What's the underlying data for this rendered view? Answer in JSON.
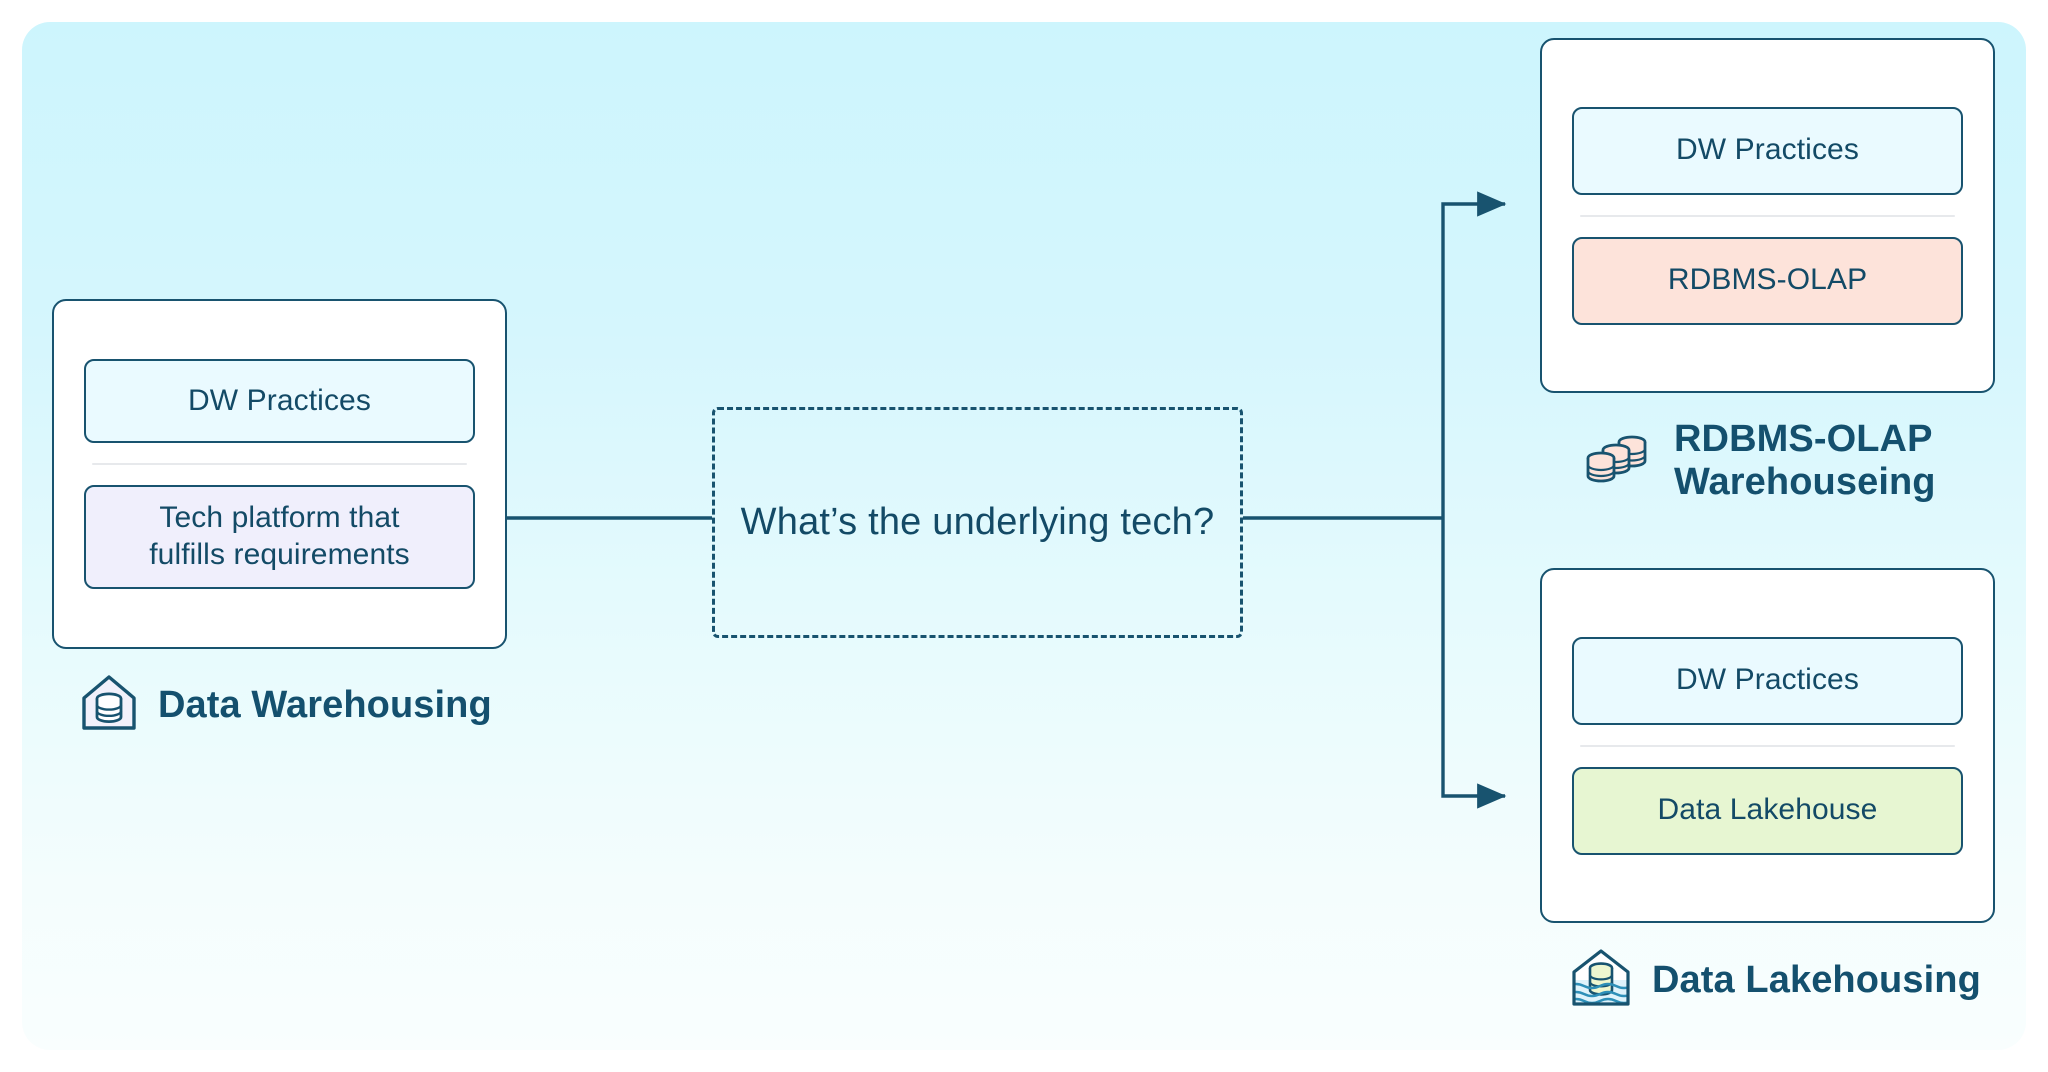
{
  "canvas": {
    "background_top": "#cdf5fd",
    "background_bottom": "#f9fefe",
    "outer_background": "#ffffff"
  },
  "theme": {
    "stroke": "#18536f",
    "text": "#134a66",
    "label_text": "#14506e",
    "chip_practices_bg": "#eafaff",
    "chip_tech_bg": "#f0effc",
    "chip_olap_bg": "#fde3da",
    "chip_lakehouse_bg": "#e7f6d2",
    "divider": "#e7e9ec"
  },
  "source_card": {
    "chips": [
      {
        "label": "DW Practices",
        "style": "practices"
      },
      {
        "label": "Tech  platform that\nfulfills requirements",
        "style": "tech"
      }
    ],
    "caption": {
      "label": "Data Warehousing",
      "icon": "warehouse-database-icon"
    }
  },
  "decision": {
    "question": "What’s the underlying tech?"
  },
  "outcomes": [
    {
      "id": "rdbms-olap",
      "chips": [
        {
          "label": "DW Practices",
          "style": "practices"
        },
        {
          "label": "RDBMS-OLAP",
          "style": "olap"
        }
      ],
      "caption": {
        "label": "RDBMS-OLAP\nWarehouseing",
        "icon": "stacked-databases-icon"
      }
    },
    {
      "id": "data-lakehouse",
      "chips": [
        {
          "label": "DW Practices",
          "style": "practices"
        },
        {
          "label": "Data Lakehouse",
          "style": "lakehouse"
        }
      ],
      "caption": {
        "label": "Data Lakehousing",
        "icon": "lakehouse-waves-icon"
      }
    }
  ]
}
